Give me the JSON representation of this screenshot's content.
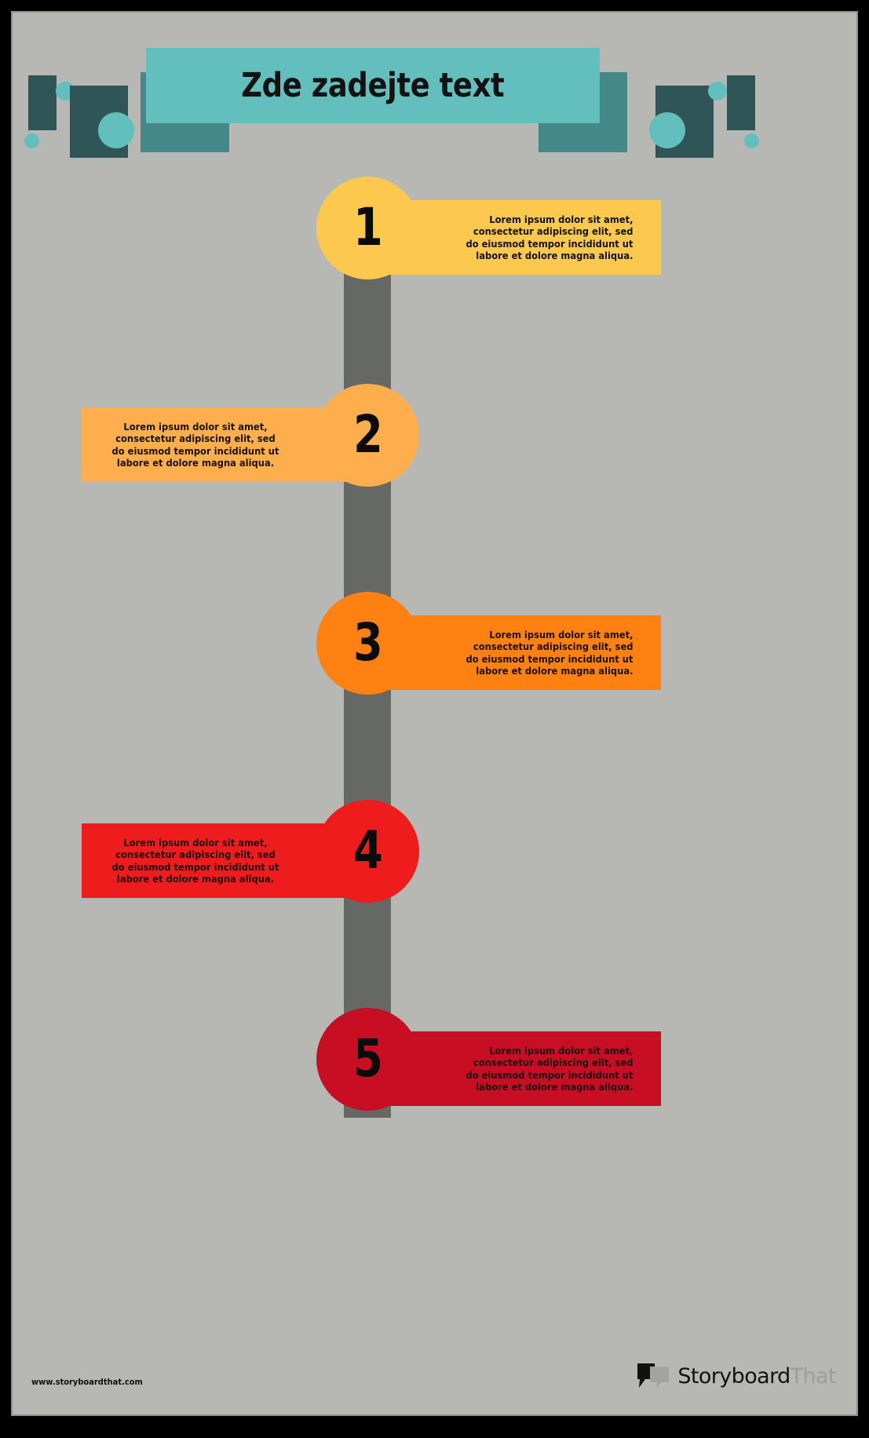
{
  "poster": {
    "background_color": "#b7b8b3",
    "frame_color": "#000000",
    "spine_color": "#666866"
  },
  "header": {
    "title": "Zde zadejte text",
    "banner_color": "#62bfbe",
    "decor_dark_color": "#2f5557",
    "decor_mid_color": "#44888a",
    "decor_light_color": "#62bfbe"
  },
  "steps": [
    {
      "number": "1",
      "text": "Lorem ipsum dolor sit amet, consectetur adipiscing elit, sed do eiusmod tempor incididunt ut labore et dolore magna aliqua.",
      "color": "#fcc94e",
      "side": "right"
    },
    {
      "number": "2",
      "text": "Lorem ipsum dolor sit amet, consectetur adipiscing elit, sed do eiusmod tempor incididunt ut labore et dolore magna aliqua.",
      "color": "#ffae4e",
      "side": "left"
    },
    {
      "number": "3",
      "text": "Lorem ipsum dolor sit amet, consectetur adipiscing elit, sed do eiusmod tempor incididunt ut labore et dolore magna aliqua.",
      "color": "#ff8111",
      "side": "right"
    },
    {
      "number": "4",
      "text": "Lorem ipsum dolor sit amet, consectetur adipiscing elit, sed do eiusmod tempor incididunt ut labore et dolore magna aliqua.",
      "color": "#ee1c1c",
      "side": "left"
    },
    {
      "number": "5",
      "text": "Lorem ipsum dolor sit amet, consectetur adipiscing elit, sed do eiusmod tempor incididunt ut labore et dolore magna aliqua.",
      "color": "#c70e22",
      "side": "right"
    }
  ],
  "footer": {
    "url": "www.storyboardthat.com",
    "logo_primary": "Storyboard",
    "logo_secondary": "That"
  }
}
